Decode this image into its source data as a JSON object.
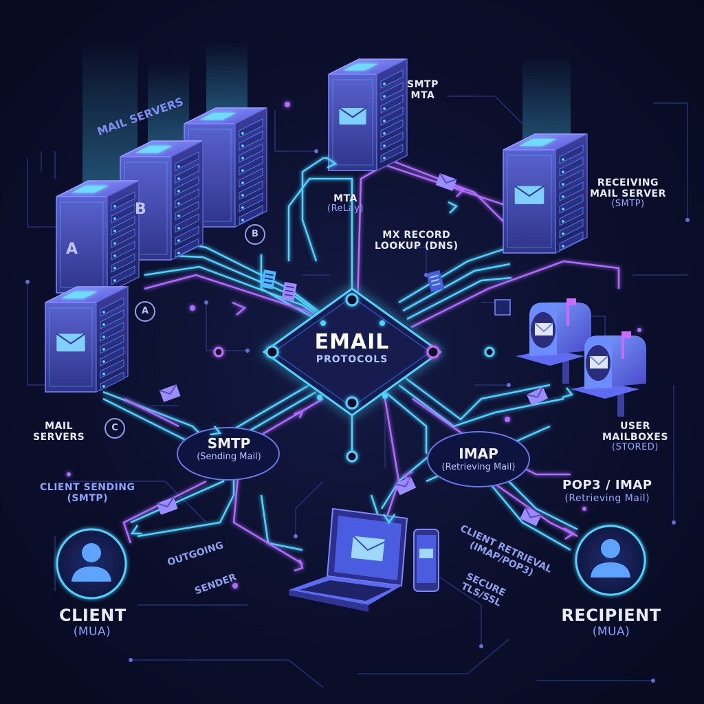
{
  "center": {
    "title": "EMAIL",
    "subtitle": "PROTOCOLS"
  },
  "labels": {
    "mail_servers_top": "MAIL SERVERS",
    "smtp_mta": {
      "line1": "SMTP",
      "line2": "MTA"
    },
    "mta_relay": {
      "line1": "MTA",
      "line2": "(ReLay)"
    },
    "mx_lookup": {
      "line1": "MX RECORD",
      "line2": "LOOKUP (DNS)"
    },
    "receiving": {
      "line1": "RECEIVING",
      "line2": "MAIL SERVER",
      "line3": "(SMTP)"
    },
    "user_mailboxes": {
      "line1": "USER",
      "line2": "MAILBOXES",
      "line3": "(STORED)"
    },
    "mail_servers_left": {
      "line1": "MAIL",
      "line2": "SERVERS"
    },
    "client_sending": {
      "line1": "CLIENT SENDING",
      "line2": "(SMTP)"
    },
    "pop3_imap": {
      "line1": "POP3 / IMAP",
      "line2": "(Retrieving Mail)"
    },
    "outgoing": "OUTGOING",
    "sender": "SENDER",
    "client_retrieval": {
      "line1": "CLIENT RETRIEVAL",
      "line2": "(IMAP/POP3)"
    },
    "secure": {
      "line1": "SECURE",
      "line2": "TLS/SSL"
    },
    "client": {
      "line1": "CLIENT",
      "line2": "(MUA)"
    },
    "recipient": {
      "line1": "RECIPIENT",
      "line2": "(MUA)"
    }
  },
  "nodes": {
    "smtp": {
      "title": "SMTP",
      "subtitle": "(Sending Mail)"
    },
    "imap": {
      "title": "IMAP",
      "subtitle": "(Retrieving Mail)"
    }
  },
  "badges": {
    "a": "A",
    "b": "B",
    "c": "C"
  },
  "server_letters": {
    "a": "A",
    "b": "B"
  },
  "icons": [
    "server-icon",
    "envelope-icon",
    "mailbox-icon",
    "laptop-icon",
    "phone-icon",
    "user-icon",
    "document-icon"
  ],
  "colors": {
    "background": "#0b0f2c",
    "cyan": "#4fd3ff",
    "purple": "#b06cff",
    "server_top": "#5b63d6",
    "server_glow": "#6fe6ff"
  }
}
